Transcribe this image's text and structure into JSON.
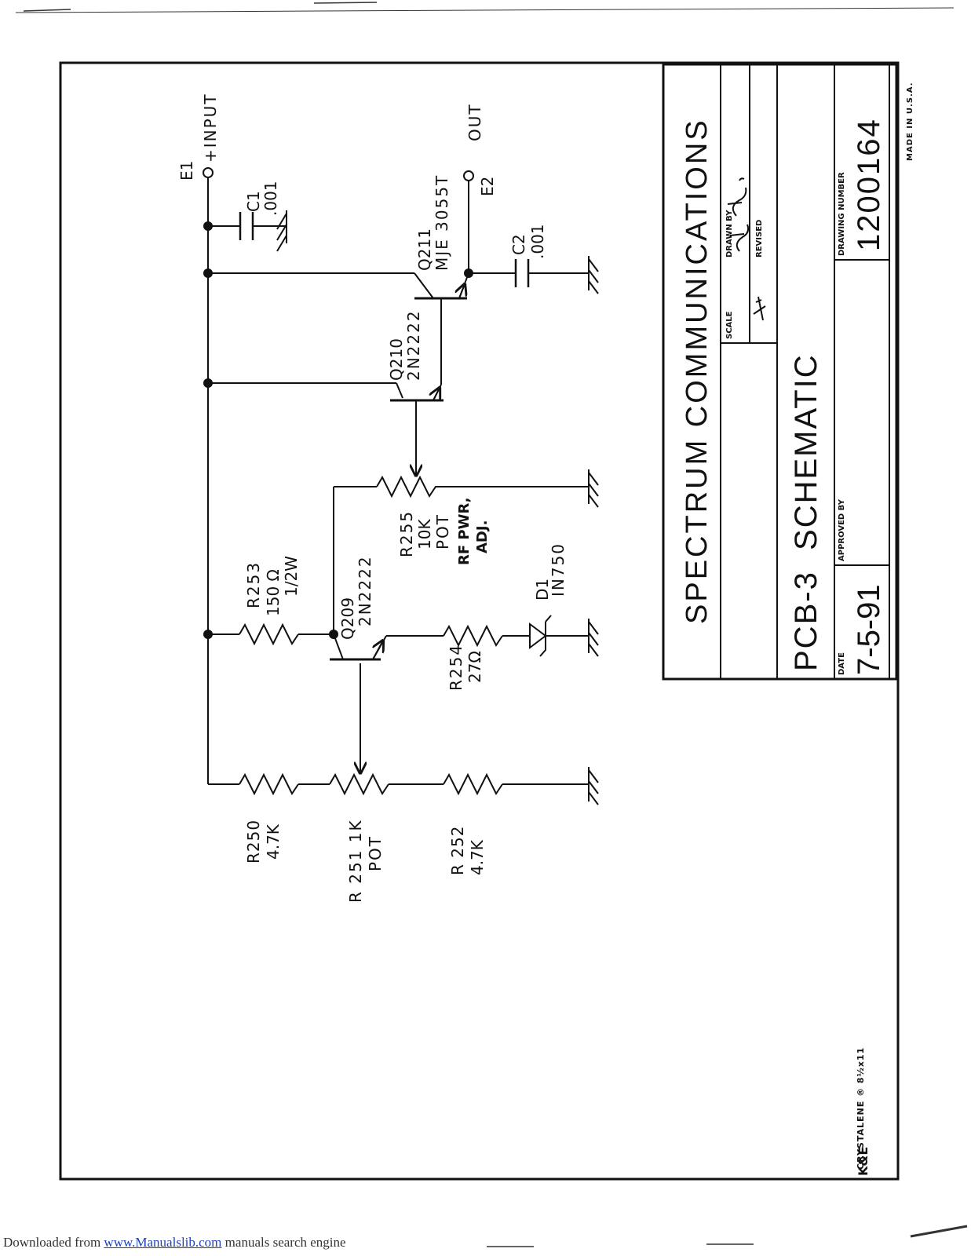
{
  "schematic": {
    "input": {
      "ref": "E1",
      "label": "+INPUT"
    },
    "output": {
      "ref": "E2",
      "label": "OUT"
    },
    "components": {
      "c1": {
        "ref": "C1",
        "value": ".001"
      },
      "c2": {
        "ref": "C2",
        "value": ".001"
      },
      "q211": {
        "ref": "Q211",
        "type": "MJE 3055T"
      },
      "q210": {
        "ref": "Q210",
        "type": "2N2222"
      },
      "q209": {
        "ref": "Q209",
        "type": "2N2222"
      },
      "r250": {
        "ref": "R250",
        "value": "4.7K"
      },
      "r251": {
        "ref": "R 251 1K",
        "value": "POT"
      },
      "r252": {
        "ref": "R 252",
        "value": "4.7K"
      },
      "r253": {
        "ref": "R253",
        "value": "150 Ω",
        "rating": "1/2W"
      },
      "r254": {
        "ref": "R254",
        "value": "27Ω"
      },
      "r255": {
        "ref": "R255",
        "value": "10K",
        "type": "POT",
        "function1": "RF PWR,",
        "function2": "ADJ."
      },
      "d1": {
        "ref": "D1",
        "part": "IN750"
      }
    }
  },
  "title_block": {
    "company": "SPECTRUM COMMUNICATIONS",
    "title": "PCB-3  SCHEMATIC",
    "scale_label": "SCALE",
    "drawn_by_label": "DRAWN BY",
    "revised_label": "REVISED",
    "date_label": "DATE",
    "date": "7-5-91",
    "approved_by_label": "APPROVED BY",
    "drawing_number_label": "DRAWING NUMBER",
    "drawing_number": "1200164",
    "made_in": "MADE IN U.S.A.",
    "paper_brand": "CRYSTALENE ® 8½x11",
    "paper_logo": "K&E"
  },
  "footer": {
    "prefix": "Downloaded from ",
    "link": "www.Manualslib.com",
    "suffix": "  manuals search engine"
  }
}
